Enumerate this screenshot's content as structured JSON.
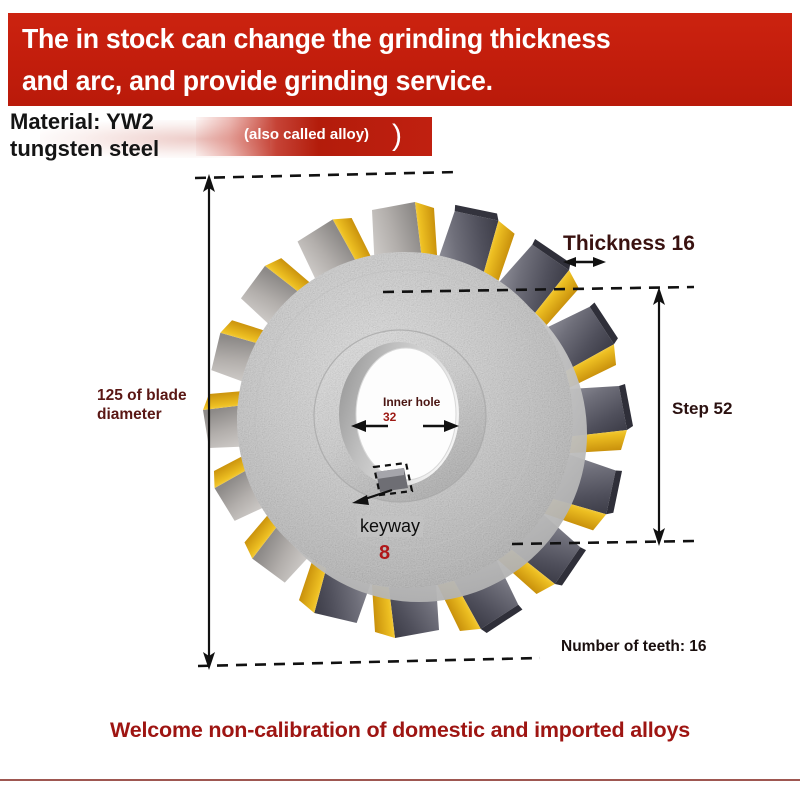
{
  "header": {
    "line1": "The in stock can change the grinding thickness",
    "line2": "and arc, and provide grinding service.",
    "banner_color": "#c4200f"
  },
  "material": {
    "line1": "Material: YW2",
    "line2": "tungsten steel",
    "badge_text": "(also called alloy)",
    "badge_paren": ")",
    "badge_color": "#b31c0b"
  },
  "annotations": {
    "thickness": "Thickness 16",
    "step": "Step 52",
    "diameter": "125 of blade diameter",
    "inner_hole_label": "Inner hole",
    "inner_hole_value": "32",
    "keyway_label": "keyway",
    "keyway_value": "8",
    "teeth": "Number of teeth: 16"
  },
  "footer": {
    "text": "Welcome non-calibration of domestic and imported alloys",
    "text_color": "#9e1512",
    "rule_color": "#8d3a33"
  },
  "product": {
    "type": "tungsten-carbide-tipped-side-milling-saw-blade",
    "tooth_count": 16,
    "body_color": "#cfcfcf",
    "carbide_tip_color": "#7d7d86",
    "braze_color": "#e8b520"
  }
}
